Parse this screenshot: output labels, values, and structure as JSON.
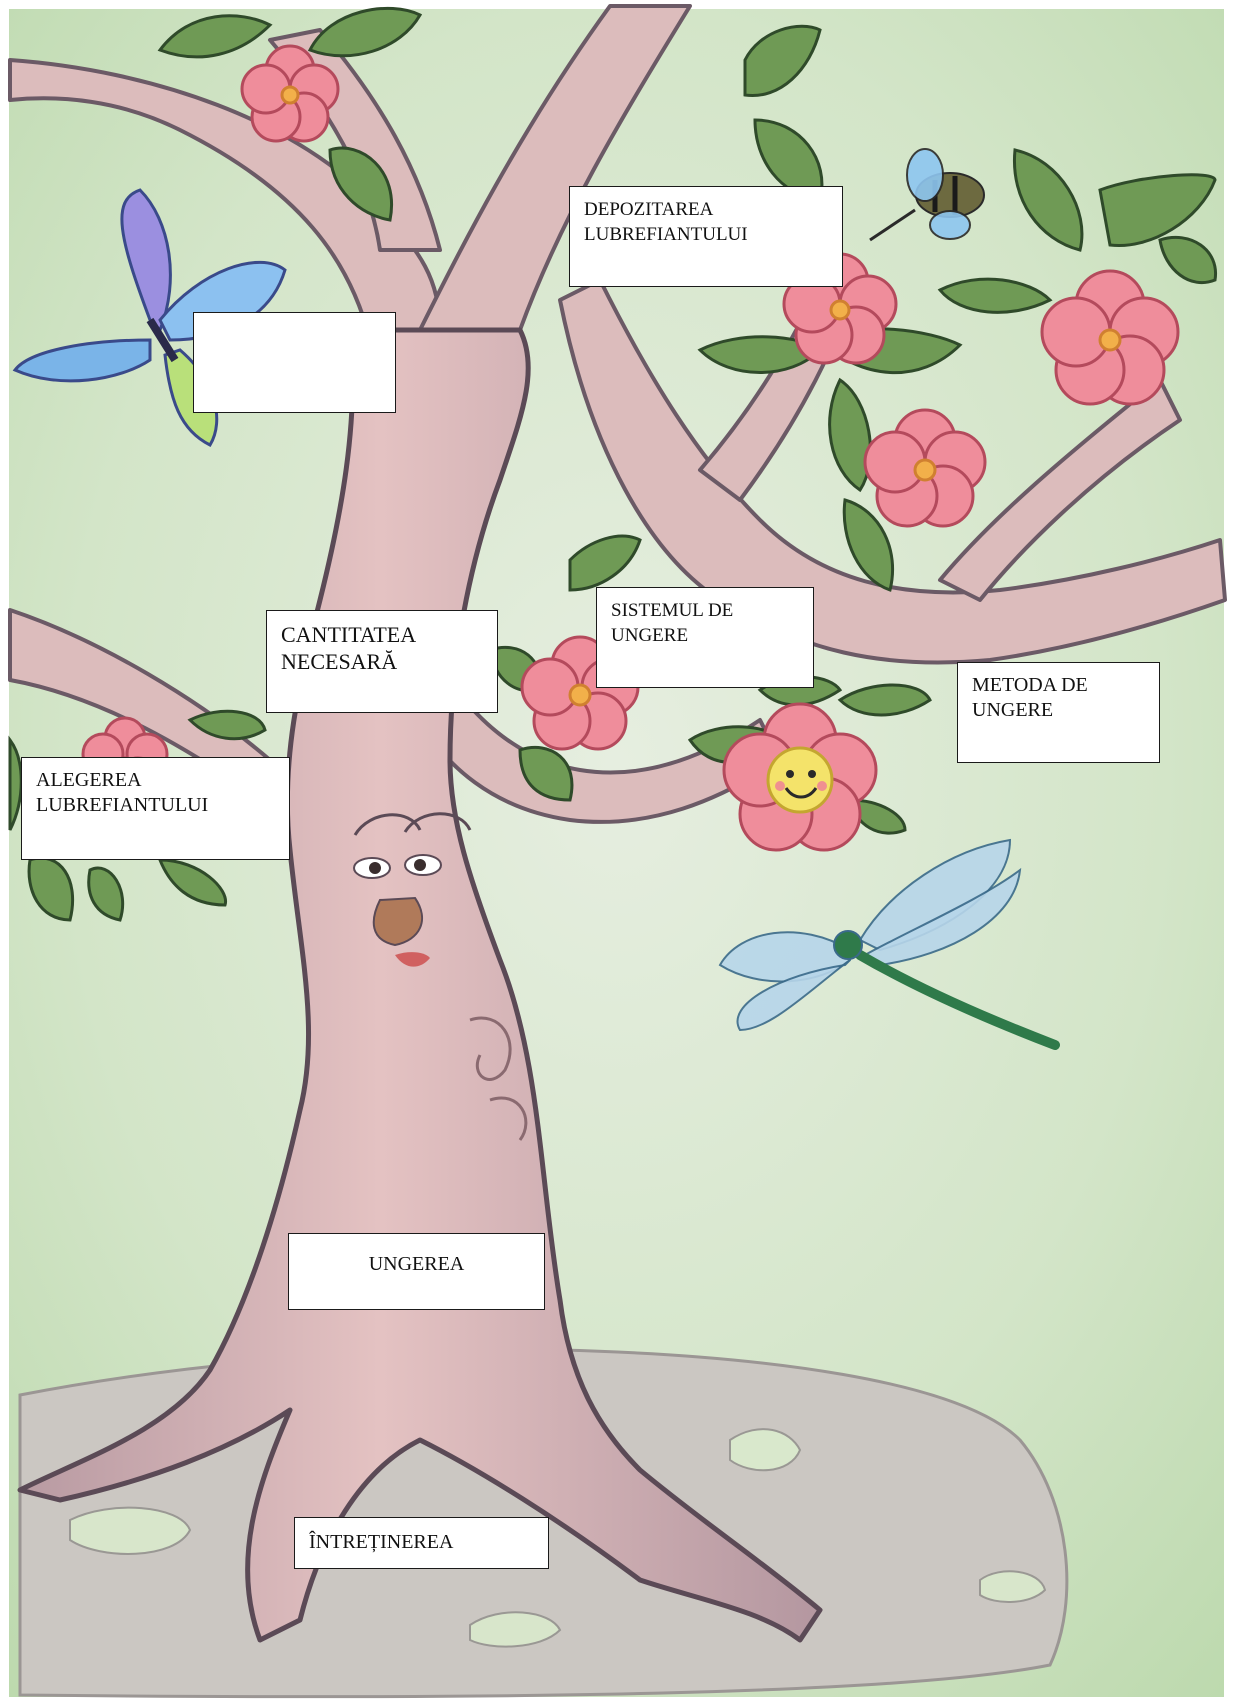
{
  "labels": {
    "empty_box": "",
    "depozitarea": [
      "DEPOZITAREA",
      "LUBREFIANTULUI"
    ],
    "cantitatea": [
      "CANTITATEA",
      "NECESARĂ"
    ],
    "sistemul": [
      "SISTEMUL DE",
      "UNGERE"
    ],
    "metoda": [
      "METODA DE",
      "UNGERE"
    ],
    "alegerea": [
      "ALEGEREA",
      "LUBREFIANTULUI"
    ],
    "ungerea": "UNGEREA",
    "intretinerea": "ÎNTREȚINEREA"
  },
  "colors": {
    "background_green": "#cfe3c4",
    "trunk": "#d9b4b4",
    "bark_outline": "#6b5a66",
    "leaf": "#5e8a4a",
    "flower": "#ec8a9a",
    "ground": "#c9c6c2",
    "label_border": "#1a1a1a"
  }
}
